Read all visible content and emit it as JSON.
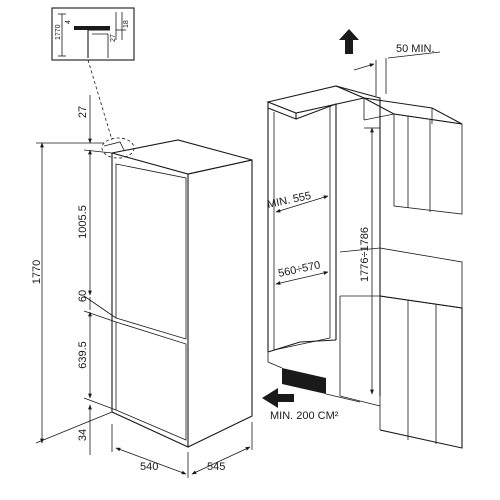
{
  "diagram": {
    "inset": {
      "label_height": "1770",
      "label_top": "4",
      "label_gap": "27",
      "label_side": "18"
    },
    "appliance": {
      "dim_top": "27",
      "dim_total": "1770",
      "dim_upper": "1005.5",
      "dim_gap": "60",
      "dim_lower": "639.5",
      "dim_bottom": "34",
      "dim_width": "540",
      "dim_depth": "545"
    },
    "niche": {
      "min_width": "MIN. 555",
      "width_range": "560÷570",
      "height_range": "1776÷1786",
      "min_vent_top": "50 MIN.",
      "min_vent_bottom": "MIN. 200 CM²"
    },
    "colors": {
      "line": "#1a1a1a",
      "background": "#ffffff"
    }
  }
}
